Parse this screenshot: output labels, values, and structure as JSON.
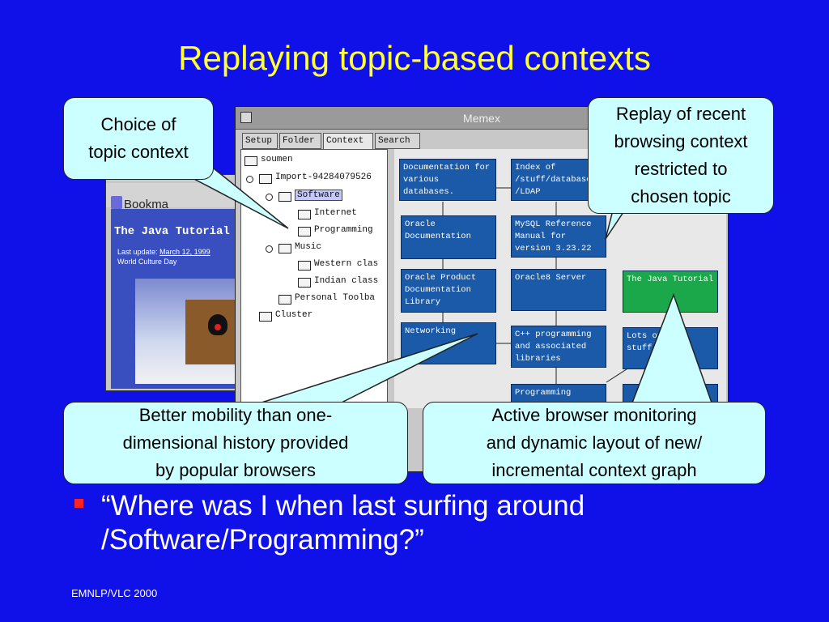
{
  "slide": {
    "title": "Replaying topic-based contexts",
    "bullet": "“Where was I when last surfing around /Software/Programming?”",
    "footer": "EMNLP/VLC 2000"
  },
  "browser": {
    "bookmarks_label": "Bookma",
    "page_heading": "The Java Tutorial",
    "last_update_label": "Last update:",
    "last_update_date": "March 12, 1999",
    "culture_day": "World Culture Day"
  },
  "memex": {
    "title": "Memex",
    "tabs": [
      {
        "label": "Setup"
      },
      {
        "label": "Folder"
      },
      {
        "label": "Context"
      },
      {
        "label": "Search"
      }
    ],
    "tree": [
      {
        "label": "soumen"
      },
      {
        "label": "Import-94284079526"
      },
      {
        "label": "Software"
      },
      {
        "label": "Internet"
      },
      {
        "label": "Programming"
      },
      {
        "label": "Music"
      },
      {
        "label": "Western clas"
      },
      {
        "label": "Indian class"
      },
      {
        "label": "Personal Toolba"
      },
      {
        "label": "Cluster"
      }
    ],
    "nodes": [
      {
        "text": "Documentation for various databases."
      },
      {
        "text": "Index of /stuff/database /LDAP"
      },
      {
        "text": "Oracle Documentation"
      },
      {
        "text": "MySQL Reference Manual for version 3.23.22"
      },
      {
        "text": "Oracle Product Documentation Library"
      },
      {
        "text": "Oracle8 Server"
      },
      {
        "text": "The Java Tutorial"
      },
      {
        "text": "Networking"
      },
      {
        "text": "C++ programming and associated libraries"
      },
      {
        "text": "Lots of Java stuff"
      },
      {
        "text": "Programming"
      }
    ]
  },
  "callouts": {
    "topic_choice": "Choice of\ntopic context",
    "replay": "Replay of recent\nbrowsing context\nrestricted to\nchosen topic",
    "mobility": "Better mobility than one-\ndimensional history provided\nby popular browsers",
    "monitoring": "Active browser monitoring\nand dynamic layout of new/\nincremental context graph"
  },
  "colors": {
    "background": "#1010e8",
    "title": "#ffff33",
    "callout": "#ccffff",
    "node": "#1a5aa8",
    "node_highlight": "#1aa84a",
    "bullet": "#ff2222"
  }
}
